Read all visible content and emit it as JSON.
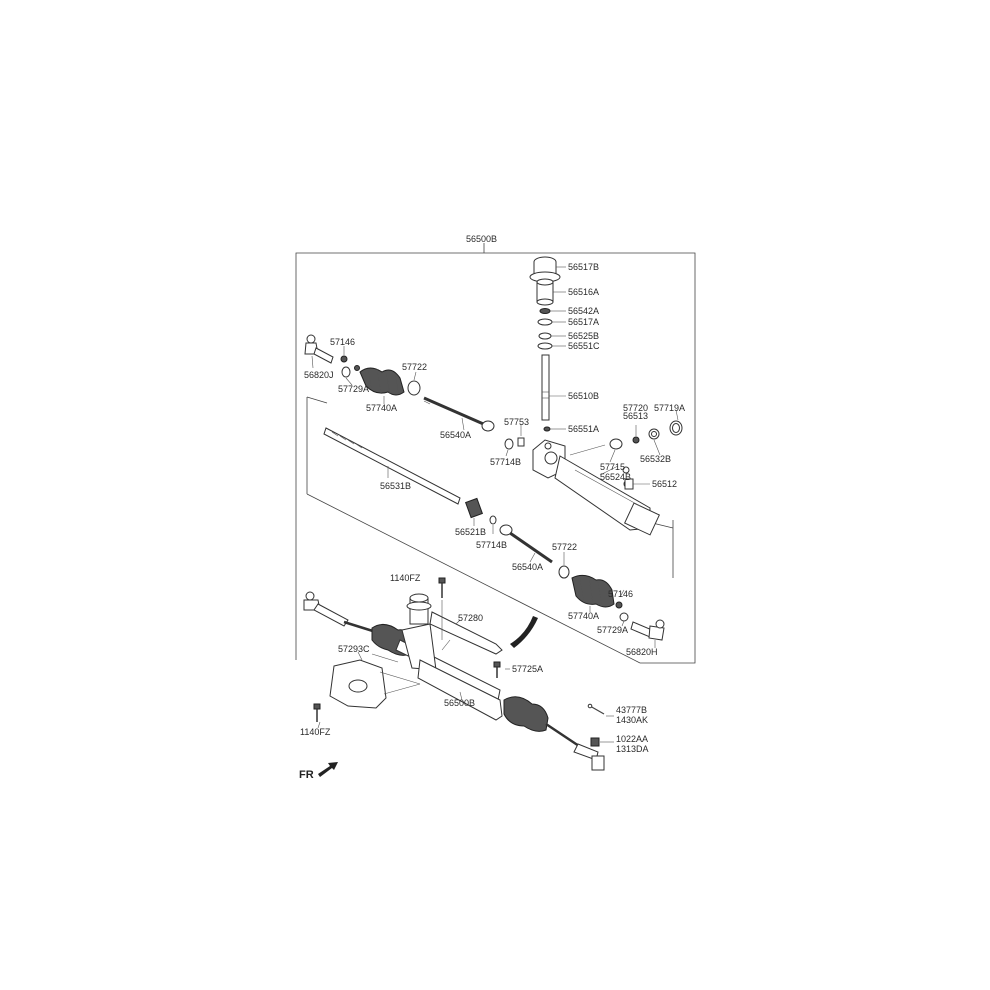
{
  "labels": {
    "assembly_top": "56500B",
    "cap": "56517B",
    "sleeve": "56516A",
    "seal_a": "56542A",
    "ring_a": "56517A",
    "bearing_b": "56525B",
    "seal_c": "56551C",
    "pinion": "56510B",
    "seal_lower": "56551A",
    "plug_small_a": "57720",
    "plug_small_b": "56513",
    "ring_right": "57719A",
    "nut_top_left": "57146",
    "tie_end_left": "56820J",
    "clip_left": "57729A",
    "boot_left": "57740A",
    "band_top": "57722",
    "inner_rod_top": "56540A",
    "vent": "57753",
    "washer_top": "57714B",
    "yoke": "57715",
    "yoke_spring": "56524B",
    "yoke_plug": "56532B",
    "nut_right": "56512",
    "rack": "56531B",
    "bushing": "56521B",
    "washer_lower": "57714B",
    "band_lower": "57722",
    "inner_rod_lower": "56540A",
    "boot_right": "57740A",
    "nut_lower_right": "57146",
    "clip_right": "57729A",
    "tie_end_right": "56820H",
    "bolt_top": "1140FZ",
    "bracket": "57280",
    "mount": "57293C",
    "bolt_mount": "57725A",
    "assembly_bottom": "56500B",
    "bolt_bottom": "1140FZ",
    "cotter_a": "43777B",
    "cotter_b": "1430AK",
    "nut_a": "1022AA",
    "nut_b": "1313DA",
    "front_marker": "FR"
  }
}
